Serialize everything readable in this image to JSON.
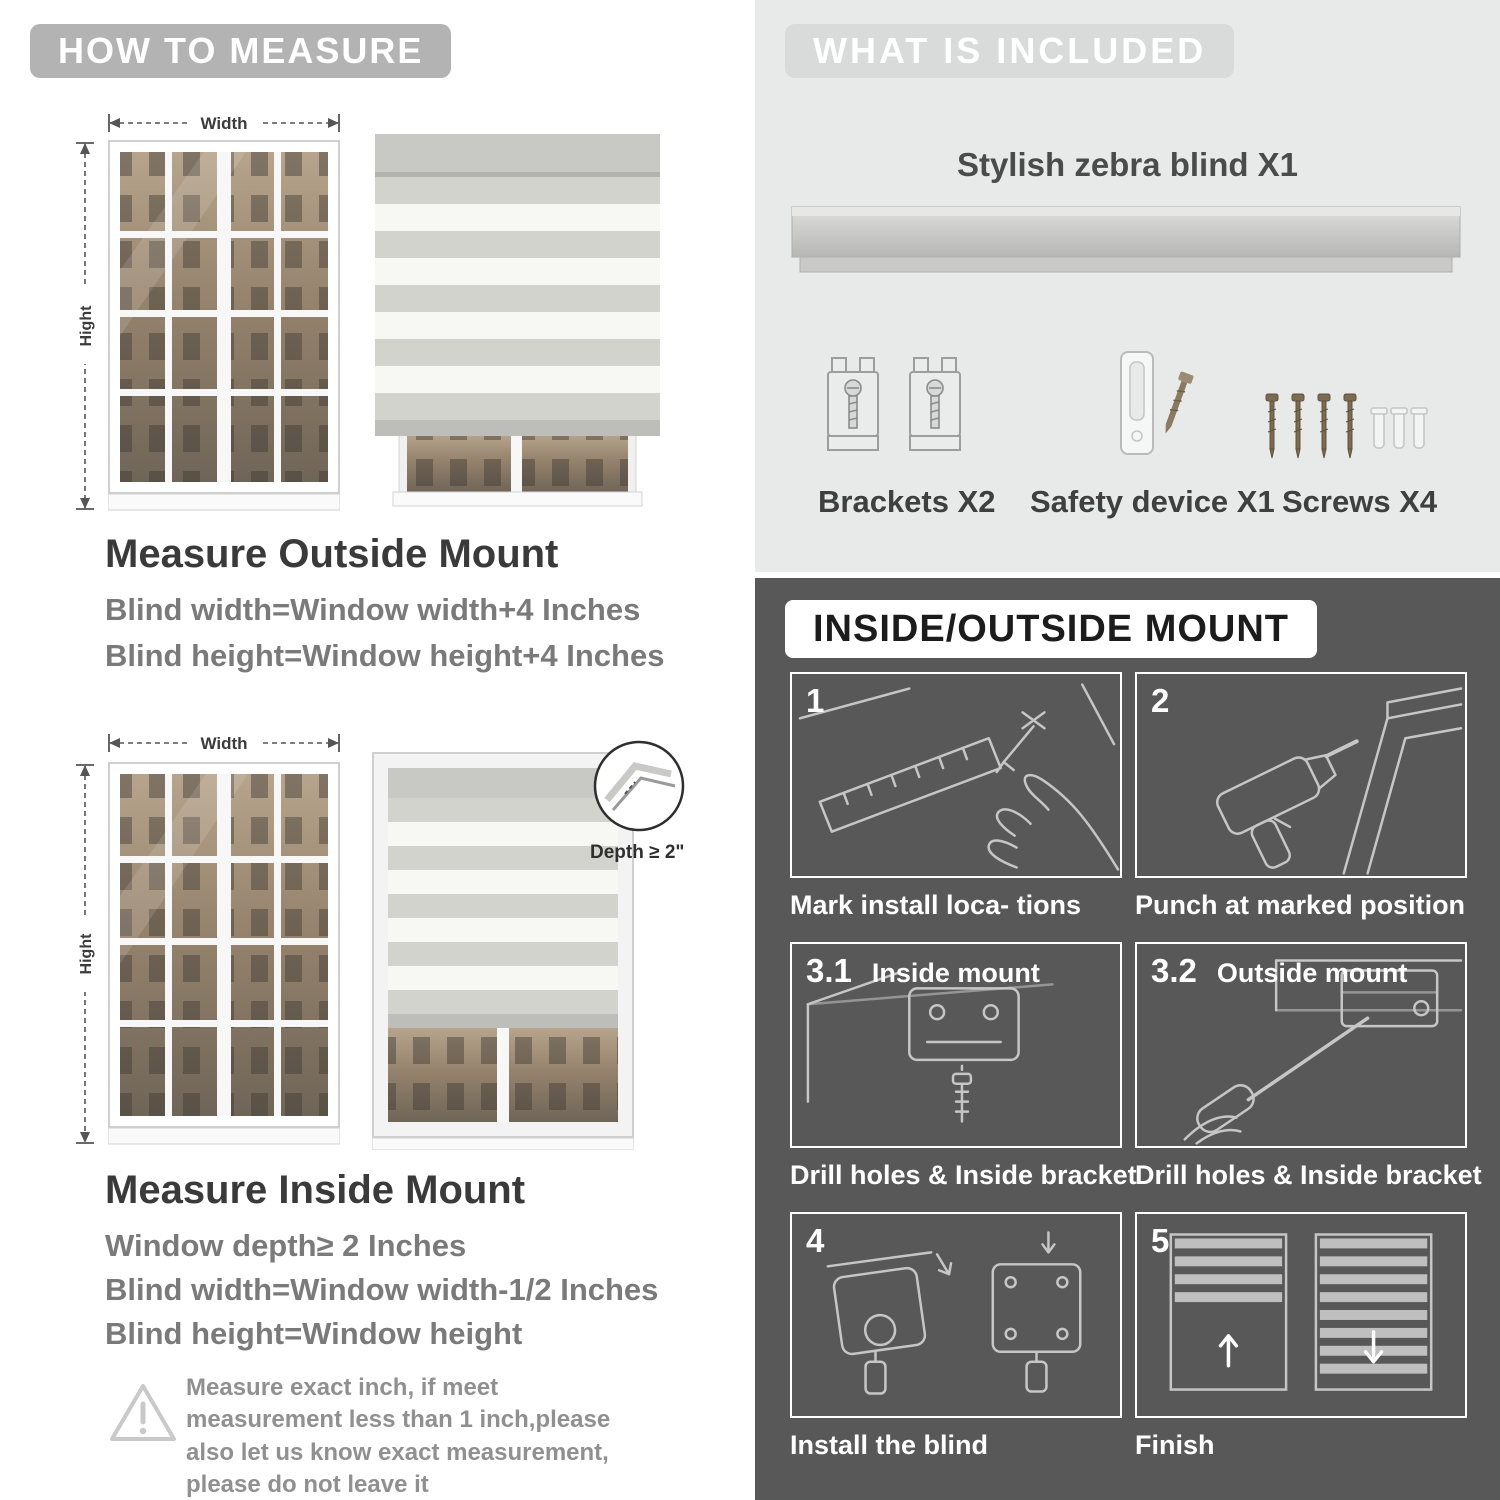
{
  "left": {
    "header": "HOW TO MEASURE",
    "labels": {
      "width": "Width",
      "height": "Hight"
    },
    "outside": {
      "title": "Measure Outside Mount",
      "lines": [
        "Blind width=Window width+4 Inches",
        "Blind height=Window height+4 Inches"
      ]
    },
    "inside": {
      "title": "Measure Inside Mount",
      "depth_note": "Depth ≥ 2\"",
      "lines": [
        "Window depth≥ 2 Inches",
        "Blind width=Window width-1/2 Inches",
        "Blind height=Window height"
      ]
    },
    "note": "Measure exact inch, if meet measurement less than 1 inch,please also let us know exact measurement, please do not leave it"
  },
  "right": {
    "included": {
      "header": "WHAT IS INCLUDED",
      "blind_label": "Stylish zebra blind X1",
      "items": [
        "Brackets X2",
        "Safety device X1",
        "Screws X4"
      ]
    },
    "mount": {
      "header": "INSIDE/OUTSIDE MOUNT",
      "steps": [
        {
          "num": "1",
          "sub": "",
          "caption": "Mark install loca- tions"
        },
        {
          "num": "2",
          "sub": "",
          "caption": "Punch at  marked position"
        },
        {
          "num": "3.1",
          "sub": "Inside mount",
          "caption": "Drill holes &  Inside bracket"
        },
        {
          "num": "3.2",
          "sub": "Outside mount",
          "caption": "Drill holes &  Inside bracket"
        },
        {
          "num": "4",
          "sub": "",
          "caption": "Install the blind"
        },
        {
          "num": "5",
          "sub": "",
          "caption": "Finish"
        }
      ]
    }
  },
  "colors": {
    "badge_gray": "#b3b3b3",
    "section_light": "#e8e9e9",
    "section_dark": "#585858",
    "blind_stripe": "#d3d3cd",
    "photo_tone": "#96836d"
  }
}
